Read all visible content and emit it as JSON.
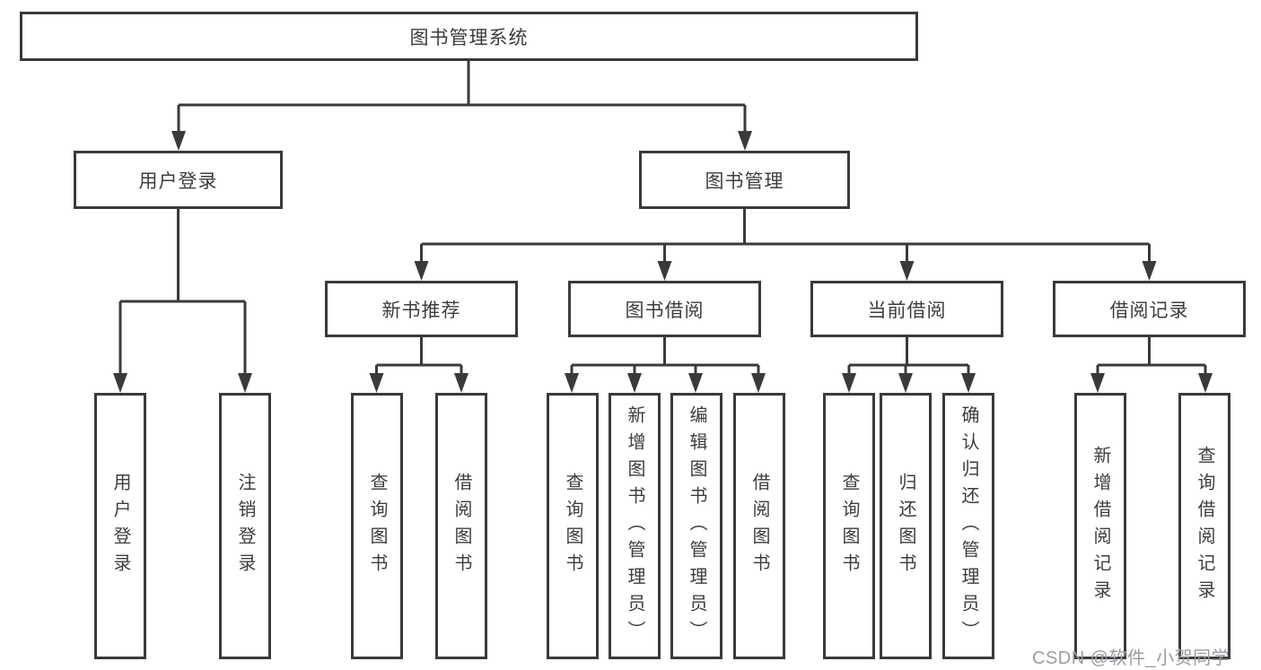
{
  "tree": {
    "root": {
      "label": "图书管理系统"
    },
    "children": [
      {
        "label": "用户登录",
        "children": [
          {
            "label": "用户登录"
          },
          {
            "label": "注销登录"
          }
        ]
      },
      {
        "label": "图书管理",
        "children": [
          {
            "label": "新书推荐",
            "children": [
              {
                "label": "查询图书"
              },
              {
                "label": "借阅图书"
              }
            ]
          },
          {
            "label": "图书借阅",
            "children": [
              {
                "label": "查询图书"
              },
              {
                "label": "新增图书（管理员）"
              },
              {
                "label": "编辑图书（管理员）"
              },
              {
                "label": "借阅图书"
              }
            ]
          },
          {
            "label": "当前借阅",
            "children": [
              {
                "label": "查询图书"
              },
              {
                "label": "归还图书"
              },
              {
                "label": "确认归还（管理员）"
              }
            ]
          },
          {
            "label": "借阅记录",
            "children": [
              {
                "label": "新增借阅记录"
              },
              {
                "label": "查询借阅记录"
              }
            ]
          }
        ]
      }
    ]
  },
  "watermark": {
    "text": "CSDN @软件_小贺同学"
  },
  "colors": {
    "line": "#3a3a3a",
    "box_border": "#3a3a3a",
    "text": "#3d3d3d",
    "background": "#ffffff",
    "watermark": "#9b9ba3"
  }
}
